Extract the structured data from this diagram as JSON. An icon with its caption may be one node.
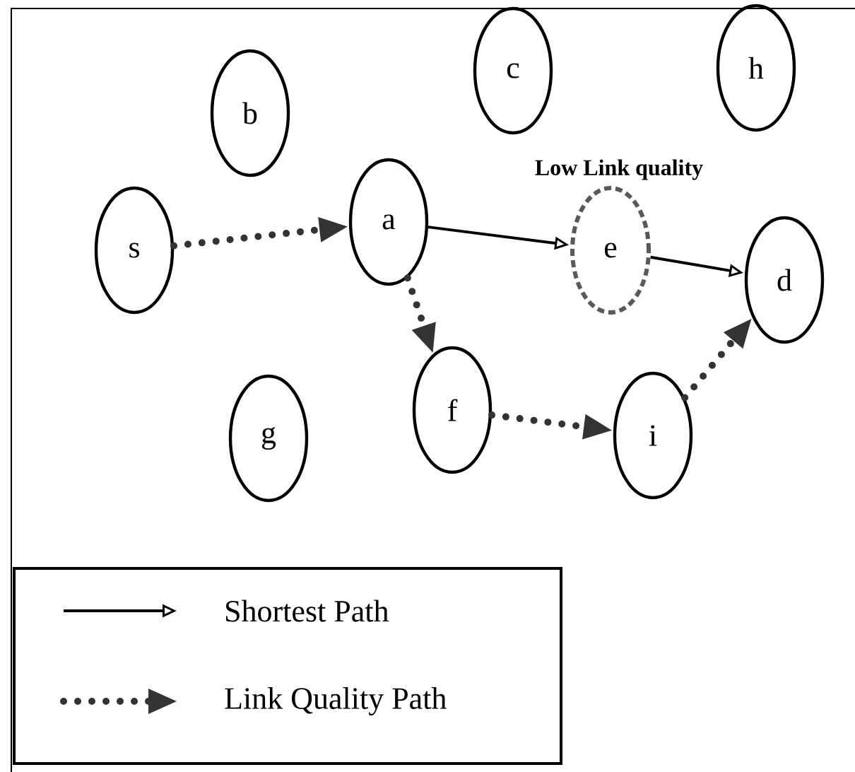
{
  "diagram": {
    "nodes": [
      {
        "text": [
          "s"
        ]
      },
      {
        "text": [
          "b"
        ]
      },
      {
        "text": [
          "a"
        ]
      },
      {
        "text": [
          "c"
        ]
      },
      {
        "text": [
          "h"
        ]
      },
      {
        "text": [
          "e"
        ],
        "beside": [
          "Low Link quality"
        ]
      },
      {
        "text": [
          "d"
        ]
      },
      {
        "text": [
          "f"
        ]
      },
      {
        "text": [
          "g"
        ]
      },
      {
        "text": [
          "i"
        ]
      }
    ],
    "edges": [
      {
        "from": 0,
        "to": 2,
        "arrow": "to",
        "style": "dashed"
      },
      {
        "from": 2,
        "to": 5,
        "arrow": "to"
      },
      {
        "from": 5,
        "to": 6,
        "arrow": "to"
      },
      {
        "from": 2,
        "to": 7,
        "arrow": "to",
        "style": "dashed"
      },
      {
        "from": 7,
        "to": 9,
        "arrow": "to",
        "style": "dashed"
      },
      {
        "from": 9,
        "to": 6,
        "arrow": "to",
        "style": "dashed"
      }
    ],
    "legend": [
      {
        "text": "Shortest Path"
      },
      {
        "text": "Link Quality Path"
      }
    ]
  }
}
